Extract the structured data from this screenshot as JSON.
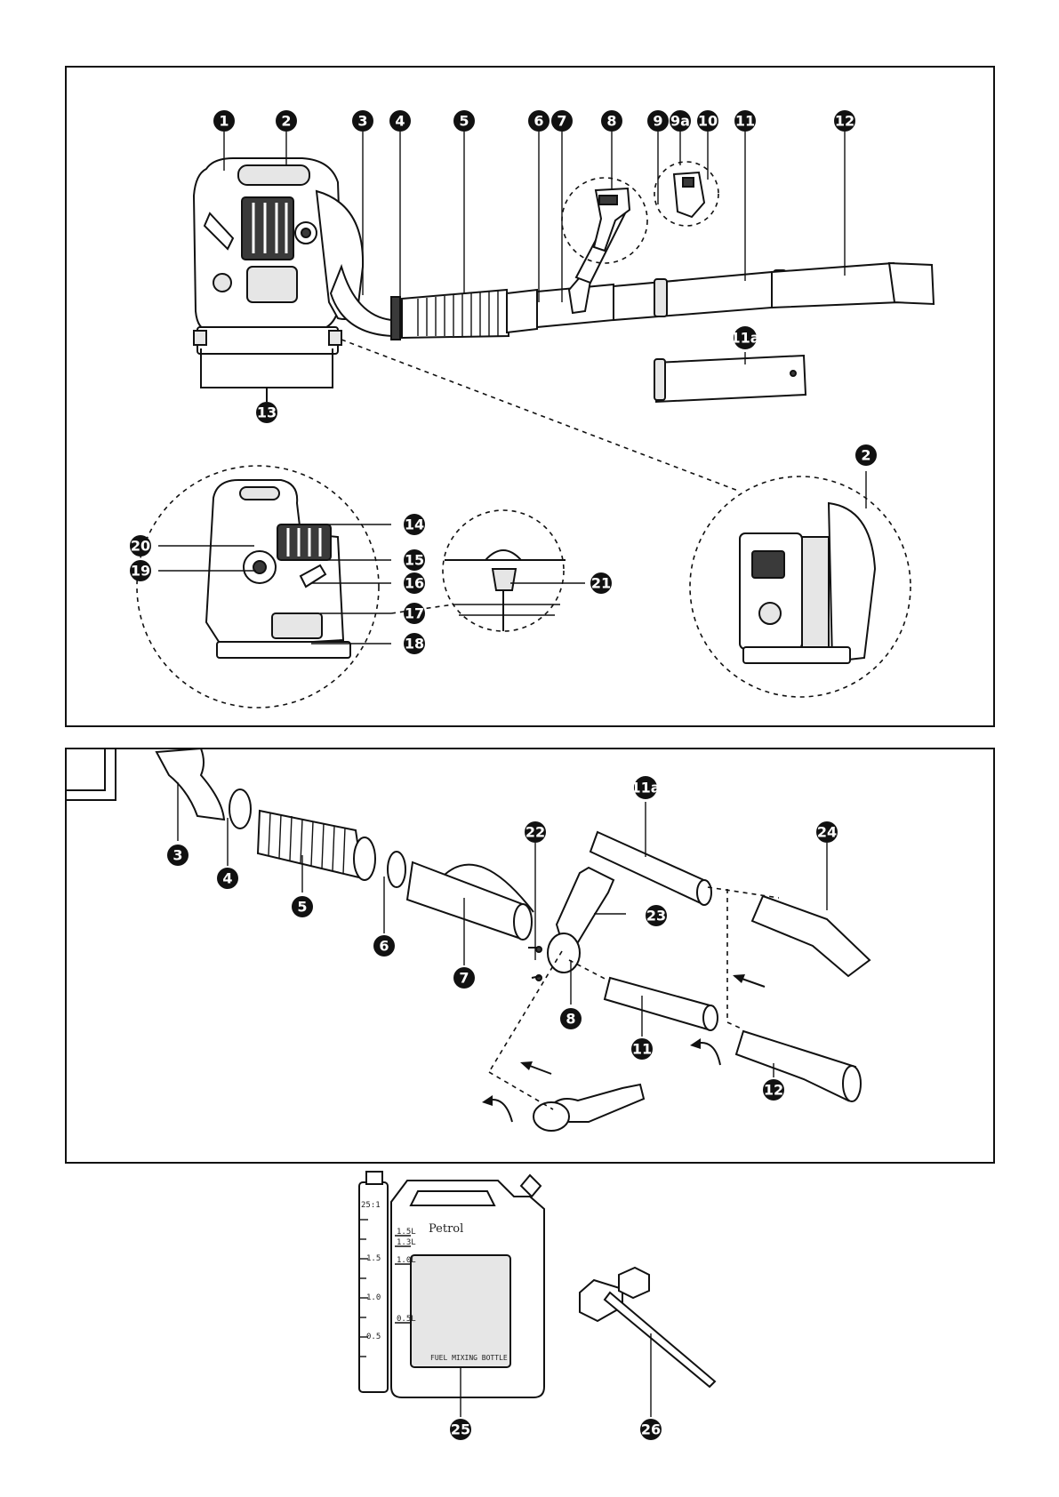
{
  "callouts": {
    "c1": "1",
    "c2": "2",
    "c3": "3",
    "c4": "4",
    "c5": "5",
    "c6": "6",
    "c7": "7",
    "c8": "8",
    "c9": "9",
    "c9a": "9a",
    "c10": "10",
    "c11": "11",
    "c12": "12",
    "c11a": "11a",
    "c13": "13",
    "c2b": "2",
    "c14": "14",
    "c15": "15",
    "c16": "16",
    "c17": "17",
    "c18": "18",
    "c19": "19",
    "c20": "20",
    "c21": "21",
    "d3": "3",
    "d4": "4",
    "d5": "5",
    "d6": "6",
    "d7": "7",
    "d8": "8",
    "d11": "11",
    "d11a": "11a",
    "d12": "12",
    "d22": "22",
    "d23": "23",
    "d24": "24",
    "c25": "25",
    "c26": "26"
  },
  "fuel_bottle": {
    "ratio": "25:1",
    "petrol": "Petrol",
    "label": "FUEL MIXING BOTTLE",
    "scale_right": [
      "1.5L",
      "1.3L",
      "1.0L",
      "0.5L"
    ],
    "scale_left": [
      "1.5",
      "1.0",
      "0.5"
    ]
  },
  "colors": {
    "ink": "#111111",
    "paper": "#ffffff"
  }
}
